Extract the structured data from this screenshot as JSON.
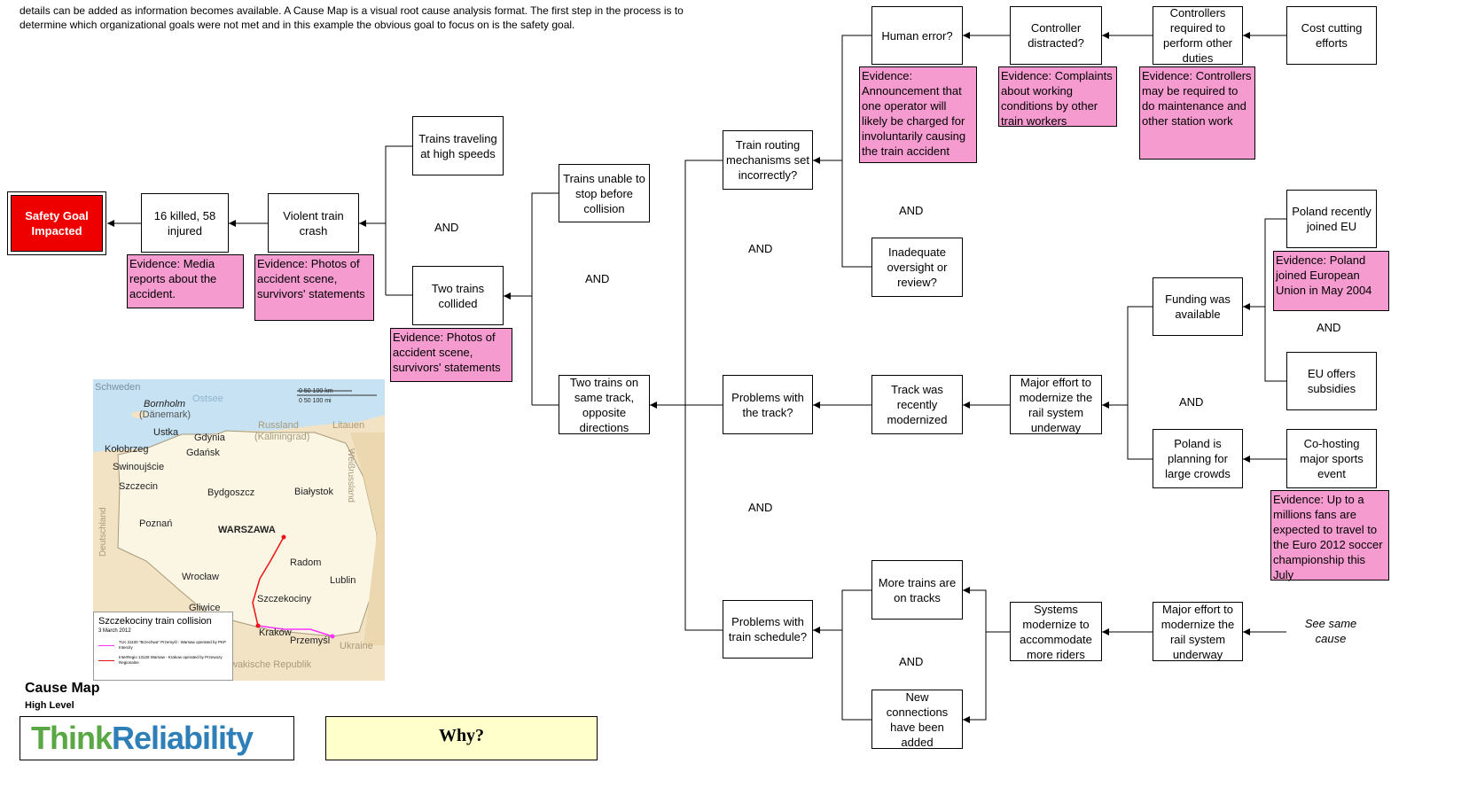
{
  "intro": "details can be added as information becomes available.  A Cause Map is a visual root cause analysis format.  The first step in the process is to determine which organizational goals were not met and in this example the obvious goal to focus on is the safety goal.",
  "goal": "Safety Goal Impacted",
  "boxes": {
    "killed": "16 killed, 58 injured",
    "crash": "Violent train crash",
    "high_speed": "Trains traveling at high speeds",
    "collided": "Two trains collided",
    "unable_stop": "Trains unable to stop before collision",
    "same_track": "Two trains on same track, opposite directions",
    "routing": "Train routing mechanisms set incorrectly?",
    "track": "Problems with the track?",
    "schedule": "Problems with train schedule?",
    "human_error": "Human error?",
    "oversight": "Inadequate oversight or review?",
    "distracted": "Controller distracted?",
    "other_duties": "Controllers required to perform  other duties",
    "cost_cutting": "Cost cutting efforts",
    "modernized": "Track was recently modernized",
    "major_effort_1": "Major effort to modernize the rail system underway",
    "funding": "Funding was available",
    "poland_eu": "Poland recently joined EU",
    "eu_subsidies": "EU offers subsidies",
    "crowds": "Poland is planning for large crowds",
    "cohosting": "Co-hosting major sports event",
    "more_trains": "More trains are on tracks",
    "connections": "New connections have been added",
    "systems": "Systems modernize to accommodate more riders",
    "major_effort_2": "Major effort to modernize the rail system underway",
    "see_same": "See same cause"
  },
  "evidence": {
    "media": "Evidence: Media reports about the accident.",
    "photos_1": "Evidence: Photos of accident scene, survivors' statements",
    "photos_2": "Evidence: Photos of accident scene, survivors' statements",
    "announcement": "Evidence: Announcement that one operator will likely be charged for involuntarily causing the train accident",
    "complaints": "Evidence: Complaints about working conditions by other train workers",
    "maintenance": "Evidence: Controllers may be required to do maintenance and other station work",
    "poland_joined": "Evidence: Poland joined European Union in May 2004",
    "fans": "Evidence:  Up to a millions fans are expected to travel to the Euro 2012 soccer championship this July"
  },
  "and_label": "AND",
  "map": {
    "title": "Szczekociny train collision",
    "date": "3 March 2012",
    "legend_1": "TLK 31100 \"Brzechwa\" Przemyśl - Warsaw operated by PKP Intercity",
    "legend_2": "InterRegio 13126 Warsaw - Krakow operated by Przewozy Regionalne",
    "legend_1_color": "#ff33ff",
    "legend_2_color": "#ee1111",
    "scale_text": "0    50   100 km",
    "scale_text_2": "0       50      100 mi",
    "cities": {
      "schweden": "Schweden",
      "bornholm": "Bornholm",
      "daenemark": "(Dänemark)",
      "ostsee": "Ostsee",
      "russland": "Russland",
      "kaliningrad": "(Kaliningrad)",
      "litauen": "Litauen",
      "weissrussland": "Weißrussland",
      "deutschland": "Deutschland",
      "ukraine": "Ukraine",
      "slowakische": "wakische Republik",
      "ustka": "Ustka",
      "gdynia": "Gdynia",
      "gdansk": "Gdańsk",
      "kolobrzeg": "Kołobrzeg",
      "swinoujscie": "Swinoujście",
      "szczecin": "Szczecin",
      "bydgoszcz": "Bydgoszcz",
      "bialystok": "Białystok",
      "poznan": "Poznań",
      "warszawa": "WARSZAWA",
      "radom": "Radom",
      "lublin": "Lublin",
      "wroclaw": "Wrocław",
      "szczekociny": "Szczekociny",
      "gliwice": "Gliwice",
      "krakow": "Kraków",
      "przemysl": "Przemyśl"
    }
  },
  "cause_map_title": "Cause Map",
  "cause_map_sub": "High Level",
  "logo": {
    "part1": "Think",
    "part2": "Reliability"
  },
  "why": "Why?",
  "colors": {
    "evidence": "#f59bd0",
    "goal": "#ee0000",
    "why_bg": "#ffffcc"
  }
}
